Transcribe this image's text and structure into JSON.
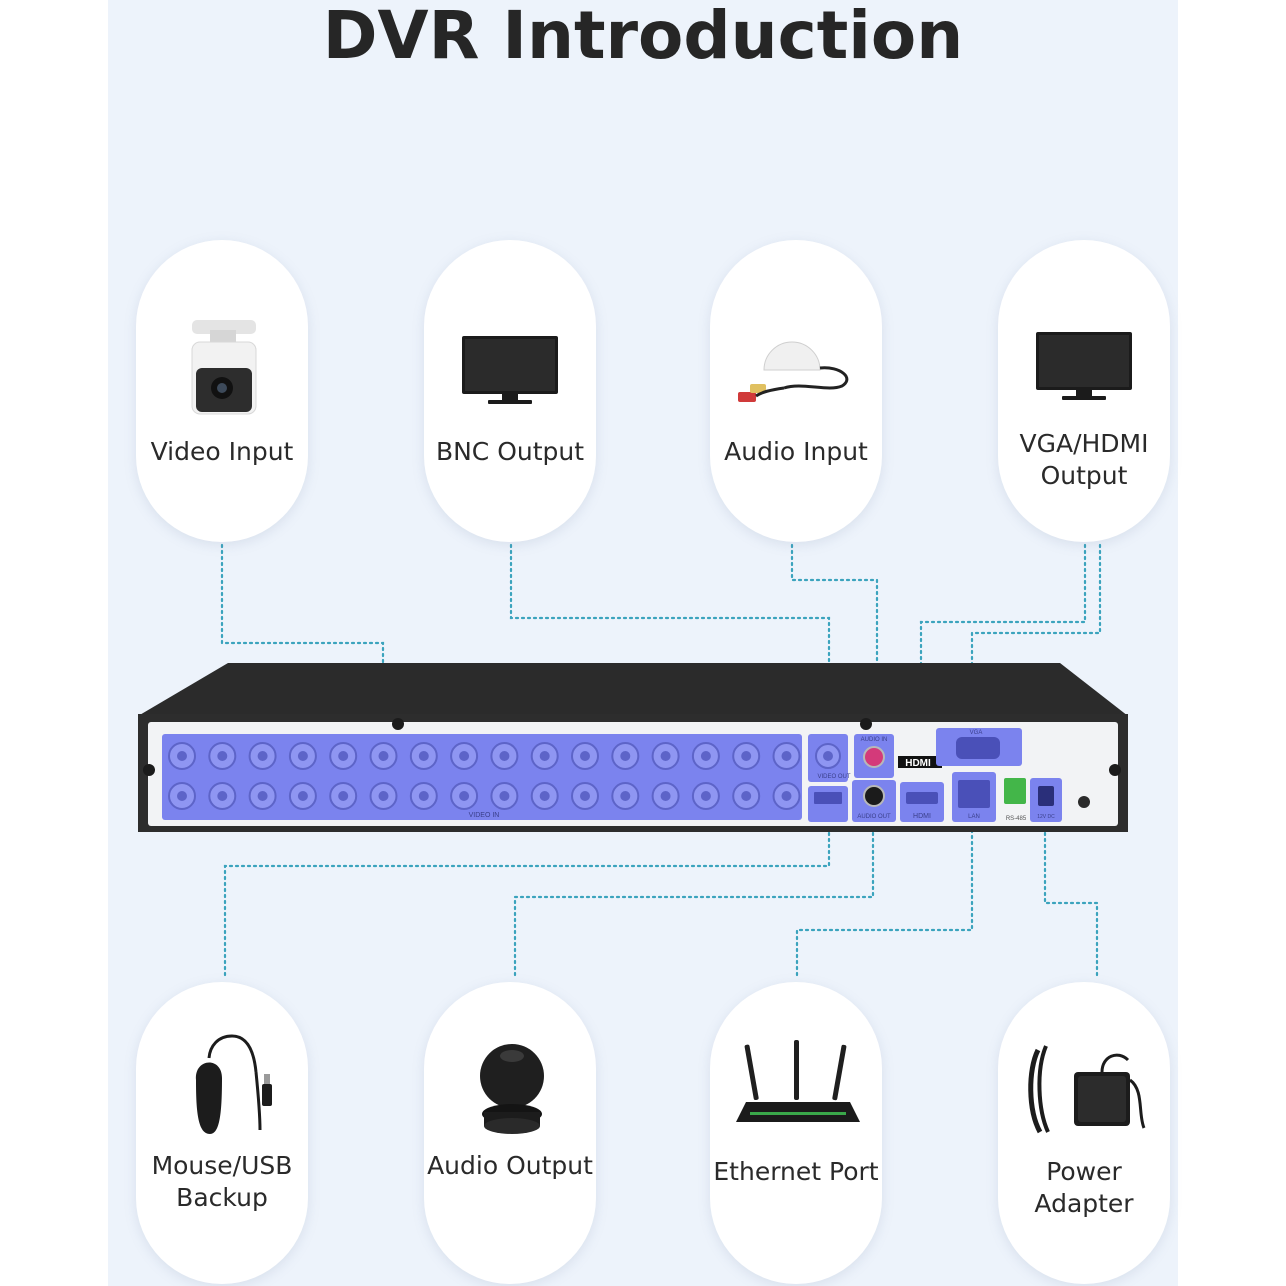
{
  "title": "DVR Introduction",
  "colors": {
    "background": "#edf3fb",
    "card": "#ffffff",
    "connector": "#3aa3bd",
    "port_highlight": "#7b83ee",
    "chassis": "#2b2b2b",
    "faceplate": "#f2f3f5"
  },
  "cards_top": [
    {
      "label": "Video Input",
      "icon": "bullet-camera-icon"
    },
    {
      "label": "BNC Output",
      "icon": "monitor-icon"
    },
    {
      "label": "Audio Input",
      "icon": "microphone-icon"
    },
    {
      "label": "VGA/HDMI\nOutput",
      "icon": "monitor-icon"
    }
  ],
  "cards_bottom": [
    {
      "label": "Mouse/USB\nBackup",
      "icon": "mouse-icon"
    },
    {
      "label": "Audio Output",
      "icon": "speaker-icon"
    },
    {
      "label": "Ethernet Port",
      "icon": "router-icon"
    },
    {
      "label": "Power\nAdapter",
      "icon": "power-adapter-icon"
    }
  ],
  "dvr": {
    "port_labels": {
      "video_in": "VIDEO IN",
      "video_out": "VIDEO OUT",
      "audio_in": "AUDIO IN",
      "audio_out": "AUDIO OUT",
      "hdmi_logo": "HDMI",
      "hdmi": "HDMI",
      "vga": "VGA",
      "lan": "LAN",
      "rs485": "RS-485",
      "power": "12V DC"
    }
  }
}
